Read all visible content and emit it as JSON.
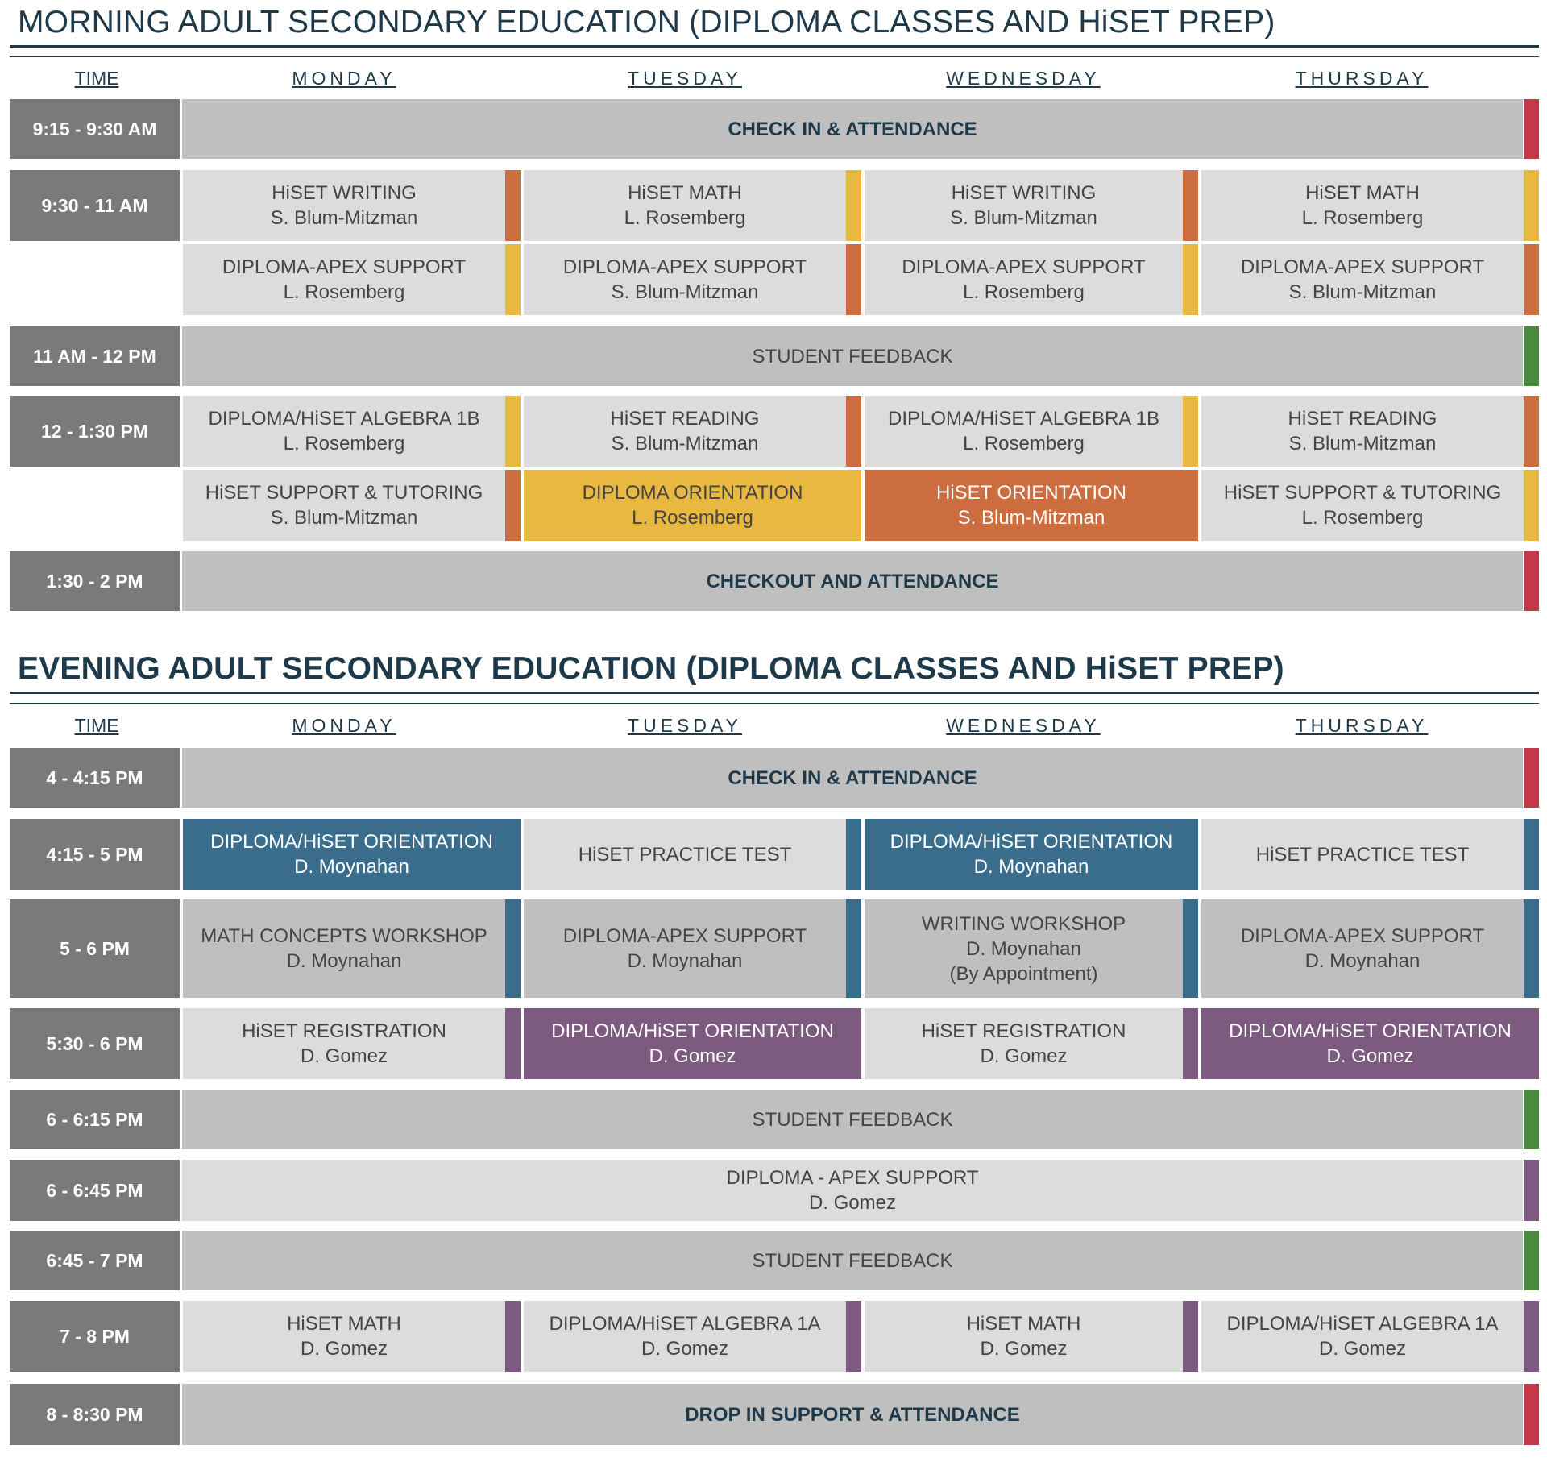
{
  "colors": {
    "navy": "#1e3a4a",
    "time_bg": "#7a7a7a",
    "cell_light": "#dcdcdc",
    "cell_mid": "#bfbfbf",
    "red": "#c4384a",
    "orange": "#cc6d3f",
    "yellow": "#e8b840",
    "green": "#4a8a3e",
    "blue": "#3a6d8c",
    "purple": "#7d5a80"
  },
  "morning": {
    "title": "MORNING ADULT SECONDARY EDUCATION (DIPLOMA CLASSES AND HiSET PREP)",
    "headers": [
      "TIME",
      "MONDAY",
      "TUESDAY",
      "WEDNESDAY",
      "THURSDAY"
    ],
    "times": [
      "9:15 - 9:30 AM",
      "9:30 - 11 AM",
      "11 AM - 12 PM",
      "12 - 1:30 PM",
      "1:30 - 2 PM"
    ],
    "checkin": "CHECK IN & ATTENDANCE",
    "feedback": "STUDENT FEEDBACK",
    "checkout": "CHECKOUT AND ATTENDANCE",
    "block1_row1": [
      {
        "title": "HiSET WRITING",
        "teacher": "S. Blum-Mitzman"
      },
      {
        "title": "HiSET MATH",
        "teacher": "L. Rosemberg"
      },
      {
        "title": "HiSET WRITING",
        "teacher": "S. Blum-Mitzman"
      },
      {
        "title": "HiSET MATH",
        "teacher": "L. Rosemberg"
      }
    ],
    "block1_row2": [
      {
        "title": "DIPLOMA-APEX SUPPORT",
        "teacher": "L. Rosemberg"
      },
      {
        "title": "DIPLOMA-APEX SUPPORT",
        "teacher": "S. Blum-Mitzman"
      },
      {
        "title": "DIPLOMA-APEX SUPPORT",
        "teacher": "L. Rosemberg"
      },
      {
        "title": "DIPLOMA-APEX SUPPORT",
        "teacher": "S. Blum-Mitzman"
      }
    ],
    "block2_row1": [
      {
        "title": "DIPLOMA/HiSET ALGEBRA 1B",
        "teacher": "L. Rosemberg"
      },
      {
        "title": "HiSET READING",
        "teacher": "S. Blum-Mitzman"
      },
      {
        "title": "DIPLOMA/HiSET ALGEBRA 1B",
        "teacher": "L. Rosemberg"
      },
      {
        "title": "HiSET READING",
        "teacher": "S. Blum-Mitzman"
      }
    ],
    "block2_row2": [
      {
        "title": "HiSET SUPPORT & TUTORING",
        "teacher": "S. Blum-Mitzman"
      },
      {
        "title": "DIPLOMA ORIENTATION",
        "teacher": "L. Rosemberg"
      },
      {
        "title": "HiSET ORIENTATION",
        "teacher": "S. Blum-Mitzman"
      },
      {
        "title": "HiSET SUPPORT & TUTORING",
        "teacher": "L. Rosemberg"
      }
    ]
  },
  "evening": {
    "title": "EVENING ADULT SECONDARY EDUCATION (DIPLOMA CLASSES AND HiSET PREP)",
    "headers": [
      "TIME",
      "MONDAY",
      "TUESDAY",
      "WEDNESDAY",
      "THURSDAY"
    ],
    "times": [
      "4 - 4:15 PM",
      "4:15 - 5 PM",
      "5 - 6 PM",
      "5:30 - 6 PM",
      "6 - 6:15 PM",
      "6 - 6:45 PM",
      "6:45 - 7 PM",
      "7 - 8 PM",
      "8 - 8:30 PM"
    ],
    "checkin": "CHECK IN & ATTENDANCE",
    "feedback1": "STUDENT FEEDBACK",
    "apex": {
      "title": "DIPLOMA - APEX SUPPORT",
      "teacher": "D. Gomez"
    },
    "feedback2": "STUDENT FEEDBACK",
    "dropin": "DROP IN SUPPORT & ATTENDANCE",
    "row_415": [
      {
        "title": "DIPLOMA/HiSET ORIENTATION",
        "teacher": "D. Moynahan"
      },
      {
        "title": "HiSET PRACTICE TEST",
        "teacher": ""
      },
      {
        "title": "DIPLOMA/HiSET ORIENTATION",
        "teacher": "D. Moynahan"
      },
      {
        "title": "HiSET PRACTICE TEST",
        "teacher": ""
      }
    ],
    "row_5": [
      {
        "title": "MATH CONCEPTS WORKSHOP",
        "teacher": "D. Moynahan",
        "note": ""
      },
      {
        "title": "DIPLOMA-APEX SUPPORT",
        "teacher": "D. Moynahan",
        "note": ""
      },
      {
        "title": "WRITING WORKSHOP",
        "teacher": "D. Moynahan",
        "note": "(By Appointment)"
      },
      {
        "title": "DIPLOMA-APEX SUPPORT",
        "teacher": "D. Moynahan",
        "note": ""
      }
    ],
    "row_530": [
      {
        "title": "HiSET REGISTRATION",
        "teacher": "D. Gomez"
      },
      {
        "title": "DIPLOMA/HiSET ORIENTATION",
        "teacher": "D. Gomez"
      },
      {
        "title": "HiSET REGISTRATION",
        "teacher": "D. Gomez"
      },
      {
        "title": "DIPLOMA/HiSET ORIENTATION",
        "teacher": "D. Gomez"
      }
    ],
    "row_7": [
      {
        "title": "HiSET MATH",
        "teacher": "D. Gomez"
      },
      {
        "title": "DIPLOMA/HiSET ALGEBRA 1A",
        "teacher": "D. Gomez"
      },
      {
        "title": "HiSET MATH",
        "teacher": "D. Gomez"
      },
      {
        "title": "DIPLOMA/HiSET ALGEBRA 1A",
        "teacher": "D. Gomez"
      }
    ]
  }
}
